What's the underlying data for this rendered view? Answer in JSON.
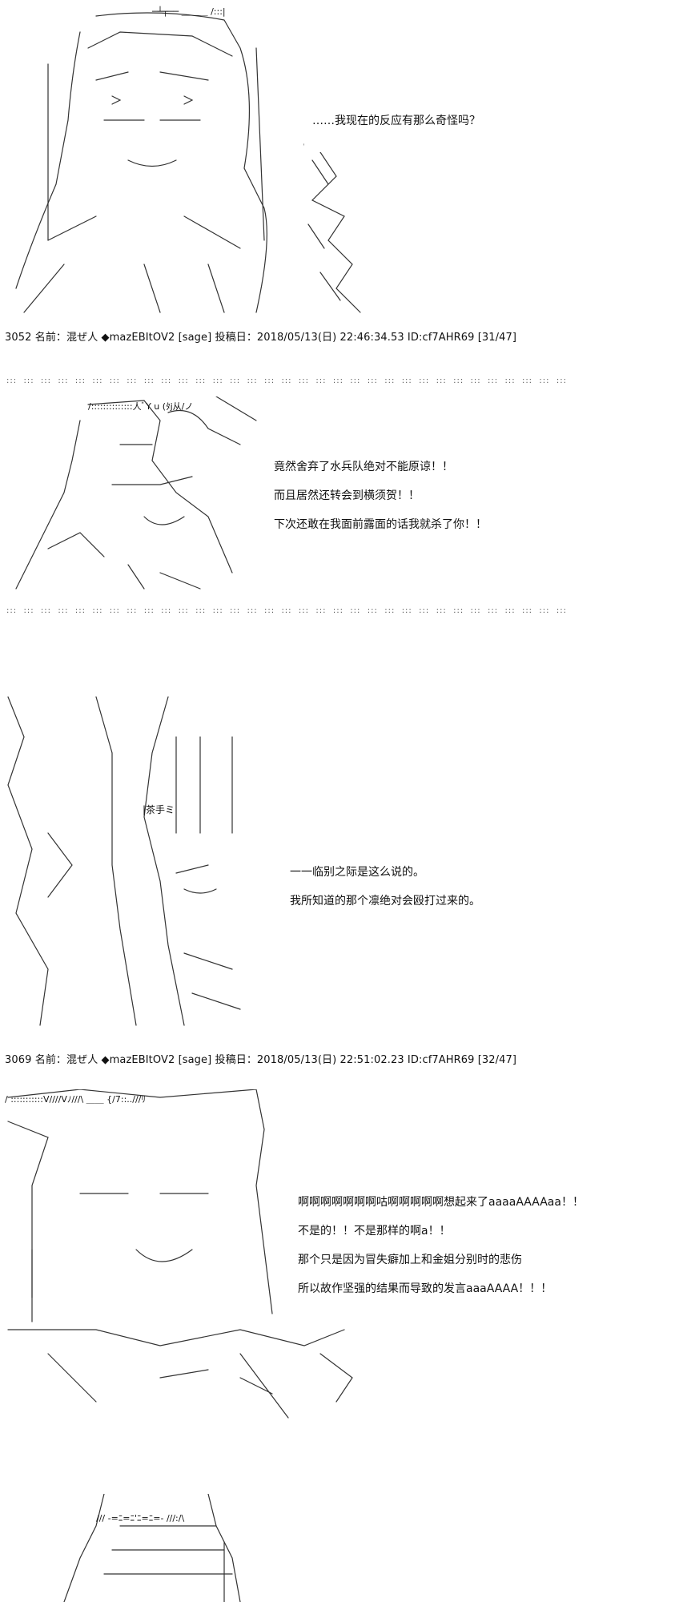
{
  "posts": [
    {
      "lines": [
        "……我现在的反应有那么奇怪吗？"
      ]
    },
    {
      "header": "3052 名前：混ぜ人 ◆mazEBItOV2 [sage] 投稿日：2018/05/13(日) 22:46:34.53 ID:cf7AHR69 [31/47]"
    },
    {
      "lines": [
        "竟然舍弃了水兵队绝对不能原谅！！",
        "而且居然还转会到横须贺！！",
        "下次还敢在我面前露面的话我就杀了你！！"
      ]
    },
    {
      "lines": [
        "一一临别之际是这么说的。",
        "我所知道的那个凛绝对会殴打过来的。"
      ]
    },
    {
      "header": "3069 名前：混ぜ人 ◆mazEBItOV2 [sage] 投稿日：2018/05/13(日) 22:51:02.23 ID:cf7AHR69 [32/47]"
    },
    {
      "lines": [
        "啊啊啊啊啊啊啊咕啊啊啊啊啊想起来了aaaaAAAAaa！！",
        "不是的！！不是那样的啊a！！",
        "那个只是因为冒失癖加上和金姐分别时的悲伤",
        "所以故作坚强的结果而导致的发言aaaAAAA！！！"
      ]
    }
  ],
  "separator": ":::  :::  :::  :::  :::  :::  :::  :::  :::  :::  :::  :::  :::  :::  :::  :::  :::  :::  :::  :::  :::  :::  :::  :::  :::  :::  :::  :::  :::  :::  :::  :::  :::",
  "art": {
    "a1_top_text": "─┴┬── ＿＿＿ /:::|",
    "a2_top_text": "/::::::::::::::人ﾞY   u      (ﾀj从/ノ",
    "a3_sign_text": "|茶手ミ",
    "a4_top_text": "/ :::::::::::V////Vﾉ///\\   ＿＿   {/7::..///ﾘ",
    "a5_top_text": "/// -=ﾆ=ﾆ'ﾆ=ﾆ=-   ///:/\\"
  }
}
